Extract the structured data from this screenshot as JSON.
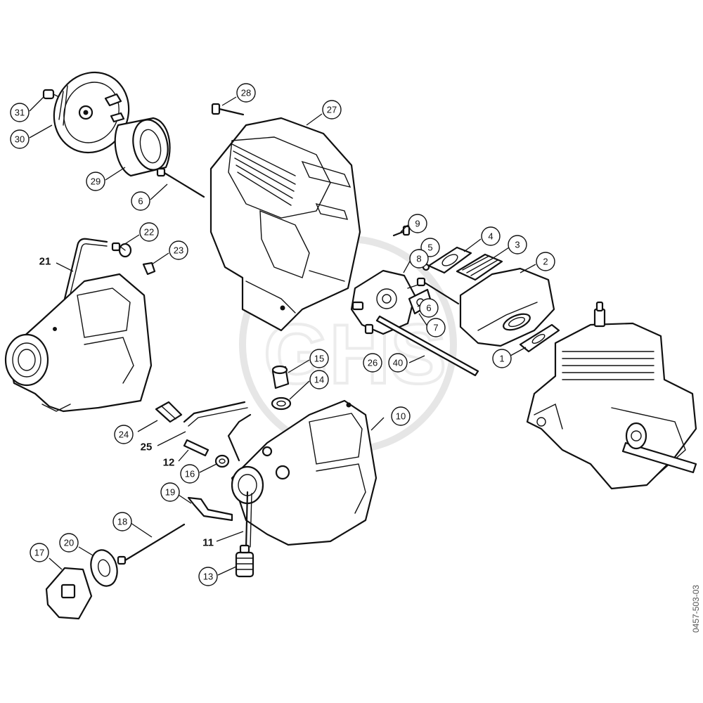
{
  "callouts": [
    {
      "id": "c31",
      "label": "31",
      "circled": true
    },
    {
      "id": "c30",
      "label": "30",
      "circled": true
    },
    {
      "id": "c29",
      "label": "29",
      "circled": true
    },
    {
      "id": "c6a",
      "label": "6",
      "circled": true
    },
    {
      "id": "c28",
      "label": "28",
      "circled": true
    },
    {
      "id": "c27",
      "label": "27",
      "circled": true
    },
    {
      "id": "c22",
      "label": "22",
      "circled": true
    },
    {
      "id": "c23",
      "label": "23",
      "circled": true
    },
    {
      "id": "c21",
      "label": "21",
      "circled": false
    },
    {
      "id": "c9",
      "label": "9",
      "circled": true
    },
    {
      "id": "c4",
      "label": "4",
      "circled": true
    },
    {
      "id": "c5",
      "label": "5",
      "circled": true
    },
    {
      "id": "c3",
      "label": "3",
      "circled": true
    },
    {
      "id": "c8",
      "label": "8",
      "circled": true
    },
    {
      "id": "c2",
      "label": "2",
      "circled": true
    },
    {
      "id": "c6b",
      "label": "6",
      "circled": true
    },
    {
      "id": "c7",
      "label": "7",
      "circled": true
    },
    {
      "id": "c1",
      "label": "1",
      "circled": true
    },
    {
      "id": "c26",
      "label": "26",
      "circled": true
    },
    {
      "id": "c40",
      "label": "40",
      "circled": true
    },
    {
      "id": "c15",
      "label": "15",
      "circled": true
    },
    {
      "id": "c14",
      "label": "14",
      "circled": true
    },
    {
      "id": "c10",
      "label": "10",
      "circled": true
    },
    {
      "id": "c24",
      "label": "24",
      "circled": true
    },
    {
      "id": "c25",
      "label": "25",
      "circled": false
    },
    {
      "id": "c12",
      "label": "12",
      "circled": false
    },
    {
      "id": "c16",
      "label": "16",
      "circled": true
    },
    {
      "id": "c19",
      "label": "19",
      "circled": true
    },
    {
      "id": "c18",
      "label": "18",
      "circled": true
    },
    {
      "id": "c11",
      "label": "11",
      "circled": false
    },
    {
      "id": "c20",
      "label": "20",
      "circled": true
    },
    {
      "id": "c17",
      "label": "17",
      "circled": true
    },
    {
      "id": "c13",
      "label": "13",
      "circled": true
    }
  ],
  "side_code": "0457-503-03"
}
